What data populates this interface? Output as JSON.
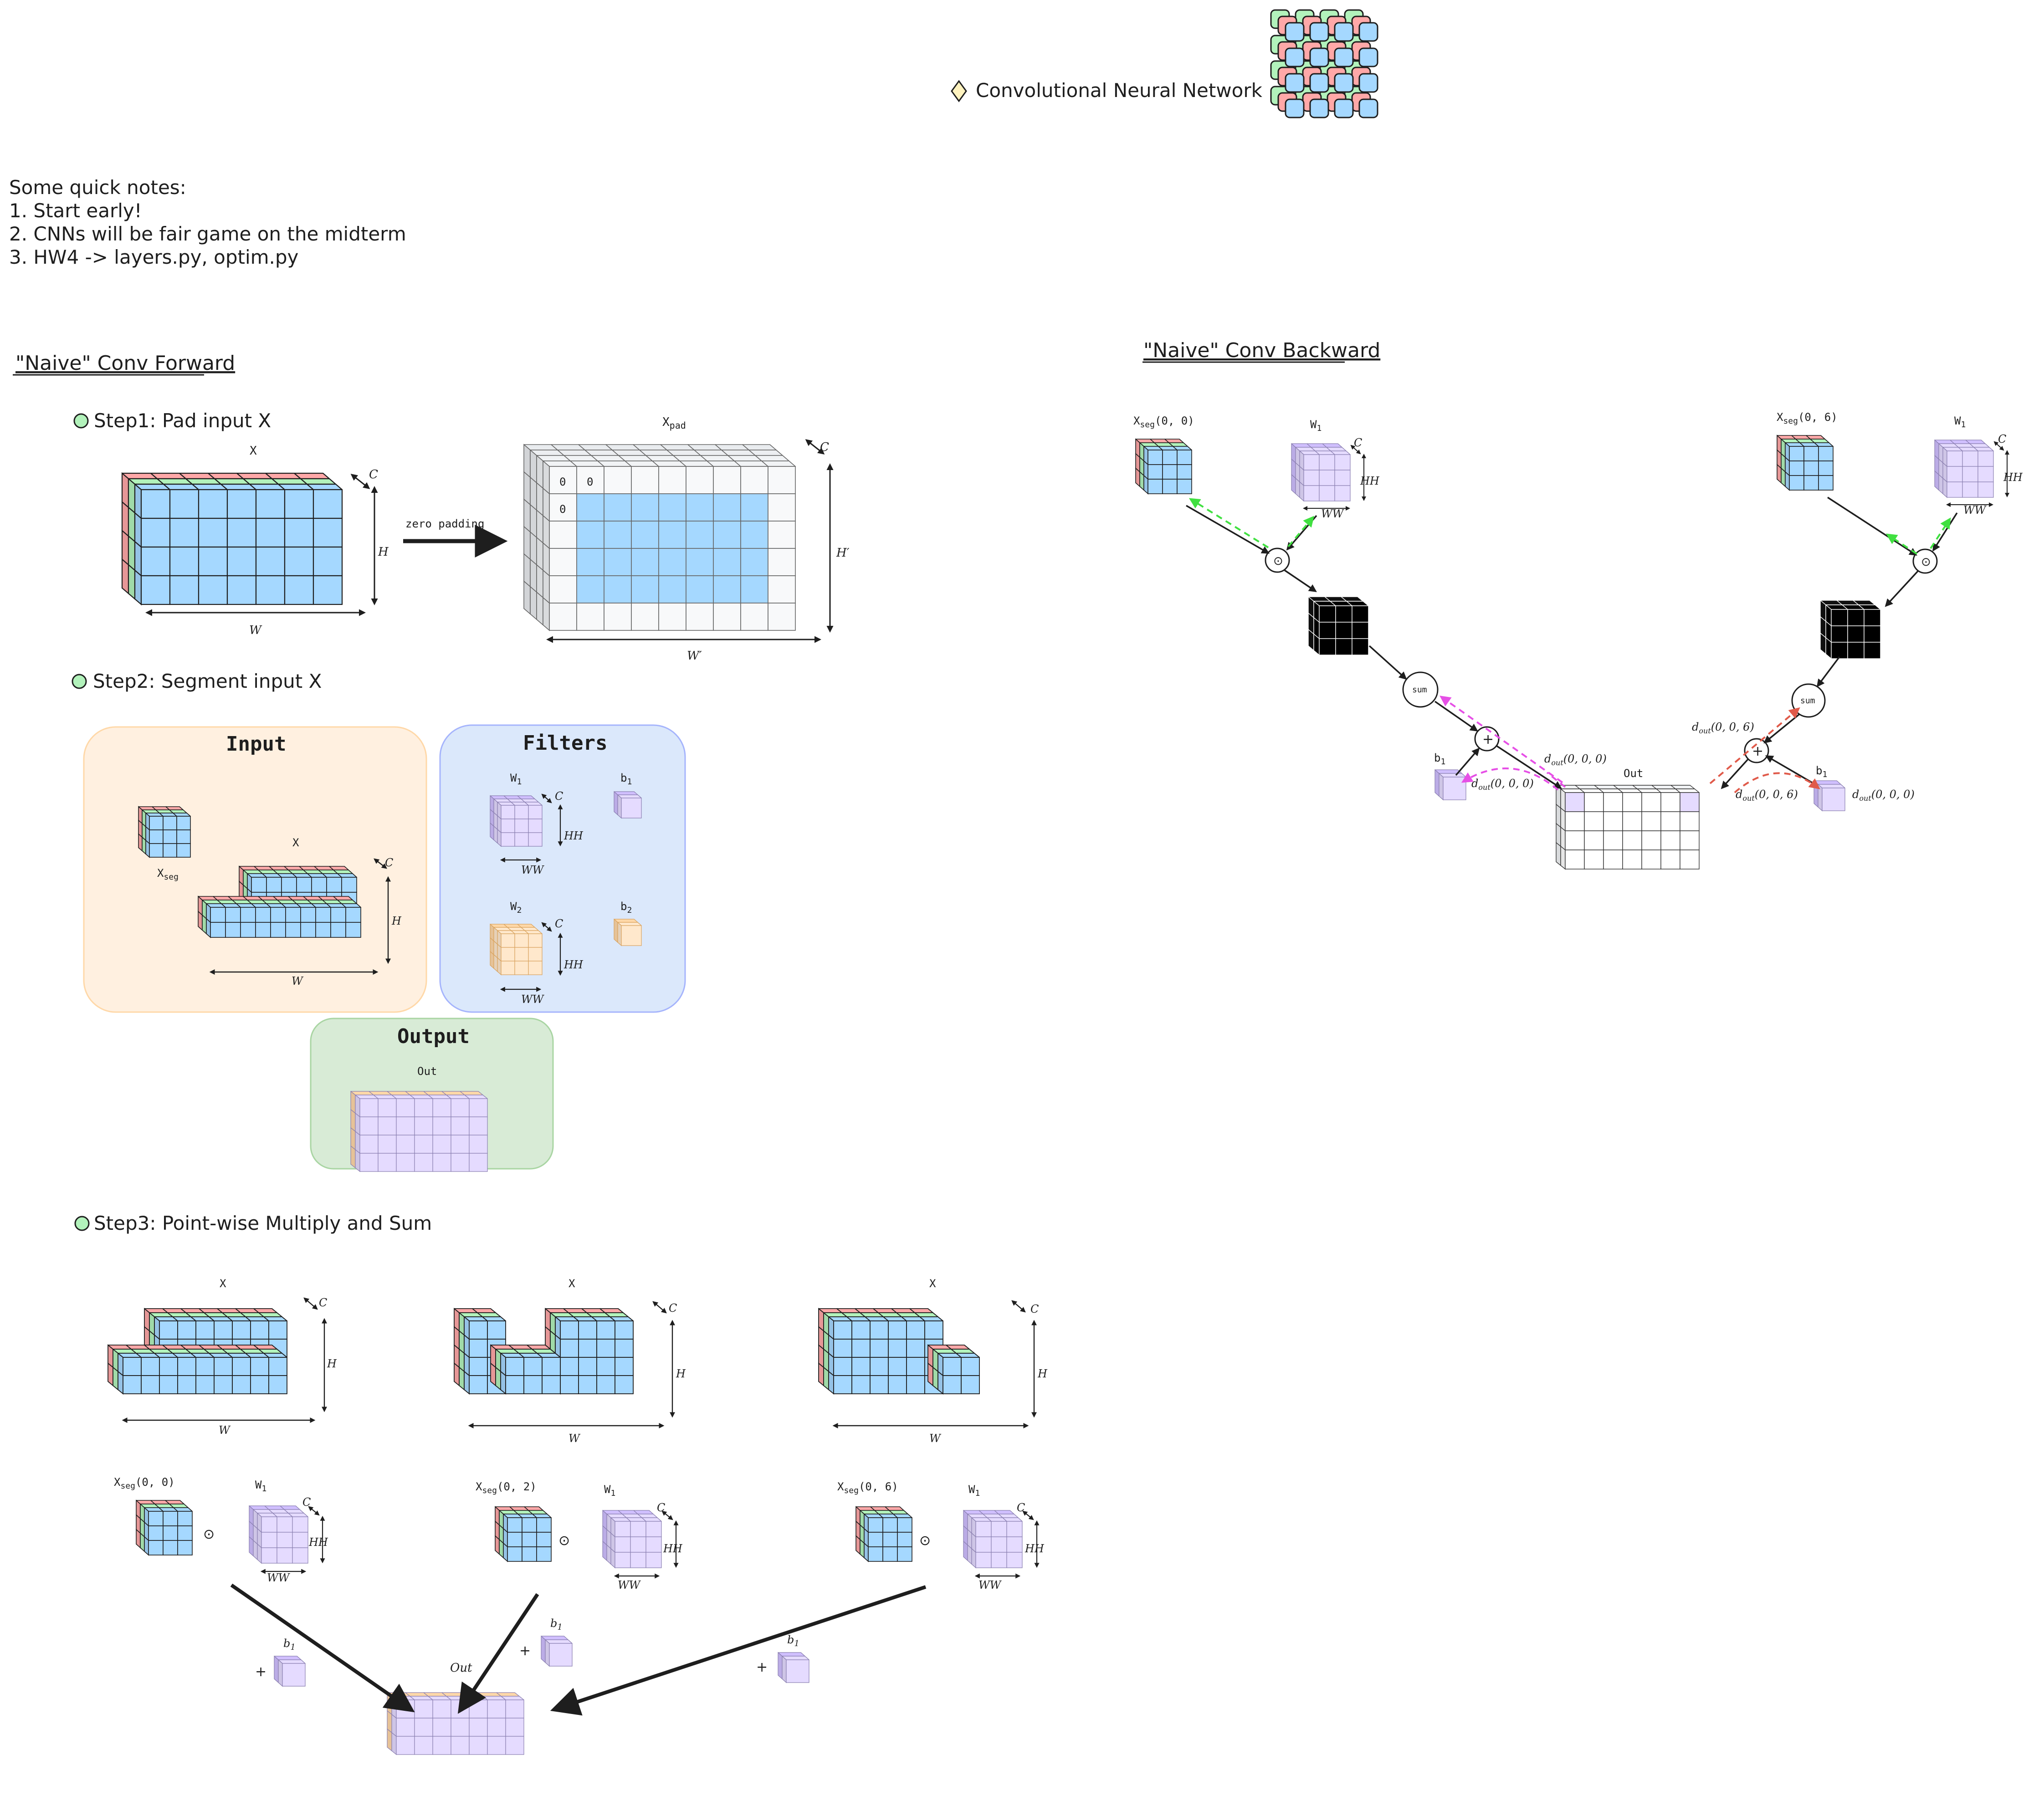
{
  "header": {
    "title": "Convolutional Neural Network",
    "diamond_color": "#fff3bf"
  },
  "notes": {
    "lines": [
      "Some quick notes:",
      "1. Start early!",
      "2. CNNs will be fair game on the midterm",
      "3. HW4 -> layers.py, optim.py"
    ]
  },
  "forward": {
    "title": "\"Naive\" Conv Forward",
    "step1": {
      "label": "Step1: Pad input X",
      "x_label": "X",
      "xpad_label": "X",
      "xpad_sub": "pad",
      "arrow_label": "zero padding",
      "dim_c": "C",
      "dim_h": "H",
      "dim_w": "W",
      "dim_h2": "H′",
      "dim_w2": "W′",
      "zero": "0"
    },
    "step2": {
      "label": "Step2: Segment input X",
      "input_title": "Input",
      "filters_title": "Filters",
      "output_title": "Output",
      "xseg_label": "X",
      "xseg_sub": "seg",
      "x_label": "X",
      "w1": "W",
      "w1_sub": "1",
      "w2": "W",
      "w2_sub": "2",
      "b1": "b",
      "b1_sub": "1",
      "b2": "b",
      "b2_sub": "2",
      "dim_c": "C",
      "dim_h": "H",
      "dim_w": "W",
      "dim_hh": "HH",
      "dim_ww": "WW",
      "out_label": "Out"
    },
    "step3": {
      "label": "Step3: Point-wise Multiply and Sum",
      "x_label": "X",
      "seg00": "(0, 0)",
      "seg02": "(0, 2)",
      "seg06": "(0, 6)",
      "seg_prefix": "X",
      "seg_sub": "seg",
      "w1": "W",
      "w1_sub": "1",
      "b1": "b",
      "b1_sub": "1",
      "plus": "+",
      "odot": "⊙",
      "out_label": "Out",
      "dim_c": "C",
      "dim_h": "H",
      "dim_w": "W",
      "dim_hh": "HH",
      "dim_ww": "WW"
    }
  },
  "backward": {
    "title": "\"Naive\" Conv Backward",
    "seg00": "(0, 0)",
    "seg06": "(0, 6)",
    "seg_prefix": "X",
    "seg_sub": "seg",
    "w1": "W",
    "w1_sub": "1",
    "b1": "b",
    "b1_sub": "1",
    "sum": "sum",
    "odot": "⊙",
    "plus": "+",
    "out_label": "Out",
    "dout_prefix": "d",
    "dout_sub": "out",
    "dout000": "(0, 0, 0)",
    "dout006": "(0, 0, 6)",
    "dim_c": "C",
    "dim_hh": "HH",
    "dim_ww": "WW"
  },
  "colors": {
    "blue": "#a5d8ff",
    "green": "#b2f2bb",
    "red": "#ffa8a8",
    "purple": "#e5dbff",
    "purple_dark": "#d0bfff",
    "orange": "#ffe8cc",
    "orange_face": "#ffd8a8",
    "grey": "#f1f3f5",
    "input_bg": "#fff0e0",
    "input_border": "#ffd8a8",
    "filters_bg": "#dbe8fb",
    "filters_border": "#a5b4fc",
    "output_bg": "#d8ebd6",
    "output_border": "#a9d5a3",
    "step_dot": "#b2f2bb",
    "green_arrow": "#40e040",
    "pink_arrow": "#e64fe6",
    "red_arrow": "#e05a4a"
  }
}
